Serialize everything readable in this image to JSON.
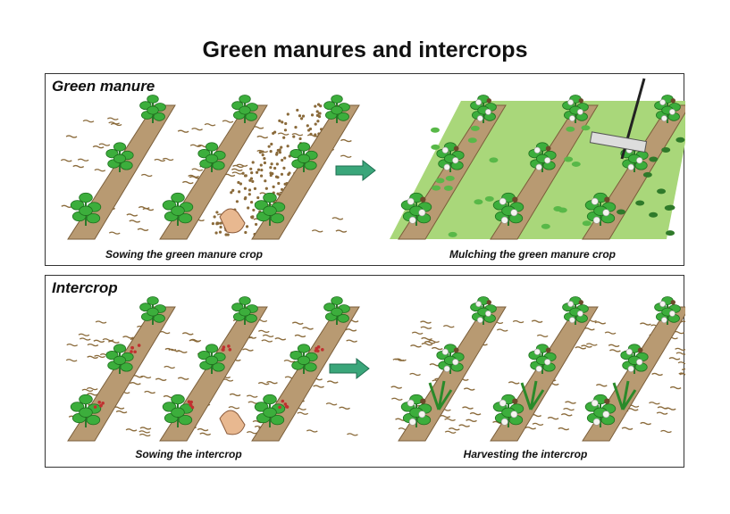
{
  "title": "Green manures and intercrops",
  "panels": [
    {
      "label": "Green manure",
      "left_caption": "Sowing the green manure crop",
      "right_caption": "Mulching the green manure crop"
    },
    {
      "label": "Intercrop",
      "left_caption": "Sowing the intercrop",
      "right_caption": "Harvesting the intercrop"
    }
  ],
  "colors": {
    "bed": "#b89a72",
    "plant": "#3cae3c",
    "arrow": "#3aa67a",
    "ground_green": "#a9d77a",
    "soil_mark": "#8a6a3a"
  }
}
